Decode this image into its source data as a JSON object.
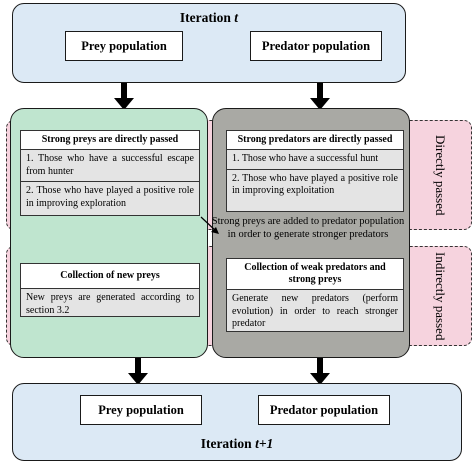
{
  "top_panel": {
    "title_prefix": "Iteration ",
    "title_var": "t",
    "prey_label": "Prey population",
    "predator_label": "Predator population"
  },
  "bottom_panel": {
    "title_prefix": "Iteration ",
    "title_var": "t+1",
    "prey_label": "Prey population",
    "predator_label": "Predator population"
  },
  "bands": {
    "directly_passed": "Directly passed",
    "indirectly_passed": "Indirectly passed"
  },
  "prey_column": {
    "strong_card": {
      "title": "Strong preys are directly passed",
      "items": [
        "1. Those who have a successful escape from hunter",
        "2. Those who have played a positive role in improving exploration"
      ]
    },
    "new_card": {
      "title": "Collection of new preys",
      "text": "New preys are generated according to section 3.2"
    }
  },
  "predator_column": {
    "strong_card": {
      "title": "Strong predators are directly passed",
      "items": [
        "1. Those who have a successful hunt",
        "2. Those who have played a positive role in improving exploitation"
      ]
    },
    "weak_card": {
      "title": "Collection of weak predators and strong preys",
      "text": "Generate new predators (perform evolution) in order to reach stronger predator"
    }
  },
  "transfer_note": "Strong preys are added to predator population in order to generate stronger predators",
  "colors": {
    "iteration_panel": "#dce9f5",
    "pink_band": "#f6d3de",
    "prey_column": "#bfe5cf",
    "predator_column": "#a9a9a4",
    "card": "#e4e4e4"
  }
}
